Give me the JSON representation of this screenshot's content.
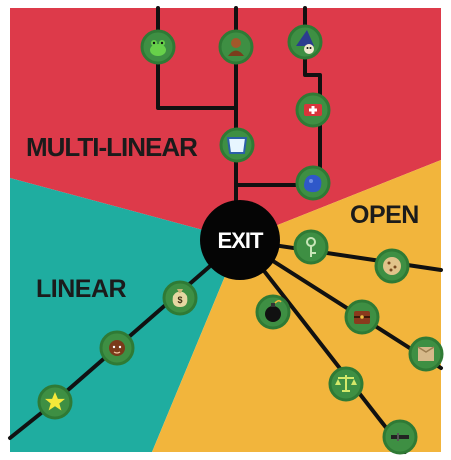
{
  "labels": {
    "multi_linear": "MULTI-LINEAR",
    "open": "OPEN",
    "linear": "LINEAR",
    "exit": "EXIT"
  },
  "colors": {
    "red_zone": "#dd3a4a",
    "teal_zone": "#1fada0",
    "yellow_zone": "#f2b53c",
    "node_fill": "#3e8f43",
    "node_ring": "#2f7a35",
    "line": "#111111",
    "exit_fill": "#050505",
    "exit_text": "#ffffff",
    "label_text": "#1b1b1b"
  },
  "nodes": [
    {
      "id": "frog",
      "icon": "frog-icon"
    },
    {
      "id": "character",
      "icon": "character-icon"
    },
    {
      "id": "wizard",
      "icon": "wizard-icon"
    },
    {
      "id": "first-aid",
      "icon": "first-aid-icon"
    },
    {
      "id": "trapezoid",
      "icon": "trapezoid-icon"
    },
    {
      "id": "blue-blob",
      "icon": "blue-blob-icon"
    },
    {
      "id": "money-bag",
      "icon": "money-bag-icon"
    },
    {
      "id": "face",
      "icon": "face-icon"
    },
    {
      "id": "star",
      "icon": "star-icon"
    },
    {
      "id": "bomb",
      "icon": "bomb-icon"
    },
    {
      "id": "key",
      "icon": "key-icon"
    },
    {
      "id": "cookie",
      "icon": "cookie-icon"
    },
    {
      "id": "chest",
      "icon": "treasure-chest-icon"
    },
    {
      "id": "box",
      "icon": "box-icon"
    },
    {
      "id": "scales",
      "icon": "scales-icon"
    },
    {
      "id": "dagger",
      "icon": "dagger-icon"
    }
  ]
}
